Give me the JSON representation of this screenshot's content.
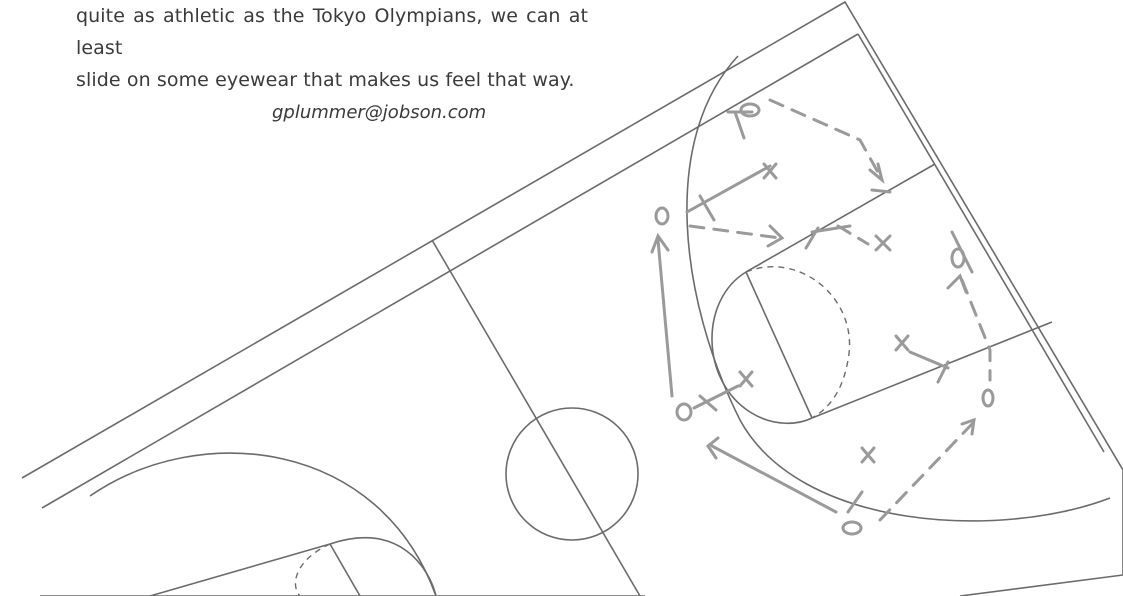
{
  "article": {
    "text_lines": [
      "quite as athletic as the Tokyo Olympians, we can at least",
      "slide on some eyewear that makes us feel that way."
    ],
    "email": "gplummer@jobson.com"
  },
  "illustration": {
    "subject": "basketball court play diagram",
    "offense_symbol": "O",
    "defense_symbol": "X",
    "court_line_color": "#6b6b6b",
    "play_marking_color": "#9a9a9a"
  }
}
